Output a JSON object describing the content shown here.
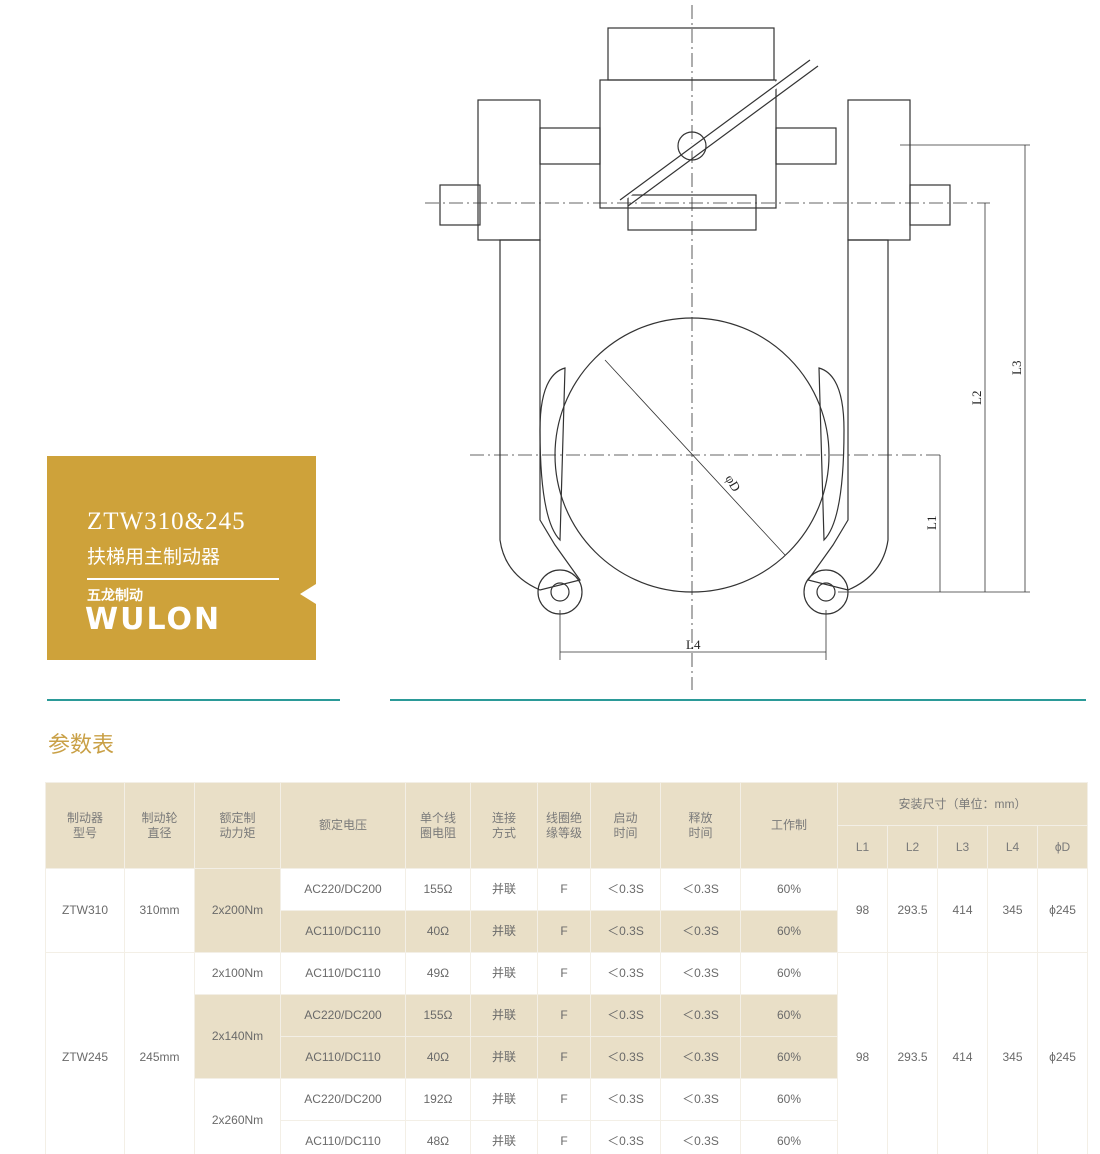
{
  "product": {
    "model": "ZTW310&245",
    "subtitle": "扶梯用主制动器",
    "brand_cn": "五龙制动",
    "brand_en": "WULON"
  },
  "drawing": {
    "labels": {
      "L1": "L1",
      "L2": "L2",
      "L3": "L3",
      "L4": "L4",
      "D": "φD"
    }
  },
  "section_title": "参数表",
  "colors": {
    "gold": "#cea23a",
    "beige": "#e9dfc7",
    "teal": "#2b9a98"
  },
  "table": {
    "headers": [
      "制动器\n型号",
      "制动轮\n直径",
      "额定制\n动力矩",
      "额定电压",
      "单个线\n圈电阻",
      "连接\n方式",
      "线圈绝\n缘等级",
      "启动\n时间",
      "释放\n时间",
      "工作制"
    ],
    "dim_header": "安装尺寸（单位：mm）",
    "dim_cols": [
      "L1",
      "L2",
      "L3",
      "L4",
      "ϕD"
    ],
    "groups": [
      {
        "model": "ZTW310",
        "diameter": "310mm",
        "dims": [
          "98",
          "293.5",
          "414",
          "345",
          "ϕ245"
        ],
        "torques": [
          {
            "torque": "2x200Nm",
            "rows": [
              [
                "AC220/DC200",
                "155Ω",
                "并联",
                "F",
                "＜0.3S",
                "＜0.3S",
                "60%"
              ],
              [
                "AC110/DC110",
                "40Ω",
                "并联",
                "F",
                "＜0.3S",
                "＜0.3S",
                "60%"
              ]
            ]
          }
        ]
      },
      {
        "model": "ZTW245",
        "diameter": "245mm",
        "dims": [
          "98",
          "293.5",
          "414",
          "345",
          "ϕ245"
        ],
        "torques": [
          {
            "torque": "2x100Nm",
            "rows": [
              [
                "AC110/DC110",
                "49Ω",
                "并联",
                "F",
                "＜0.3S",
                "＜0.3S",
                "60%"
              ]
            ]
          },
          {
            "torque": "2x140Nm",
            "rows": [
              [
                "AC220/DC200",
                "155Ω",
                "并联",
                "F",
                "＜0.3S",
                "＜0.3S",
                "60%"
              ],
              [
                "AC110/DC110",
                "40Ω",
                "并联",
                "F",
                "＜0.3S",
                "＜0.3S",
                "60%"
              ]
            ]
          },
          {
            "torque": "2x260Nm",
            "rows": [
              [
                "AC220/DC200",
                "192Ω",
                "并联",
                "F",
                "＜0.3S",
                "＜0.3S",
                "60%"
              ],
              [
                "AC110/DC110",
                "48Ω",
                "并联",
                "F",
                "＜0.3S",
                "＜0.3S",
                "60%"
              ]
            ]
          }
        ]
      }
    ]
  }
}
